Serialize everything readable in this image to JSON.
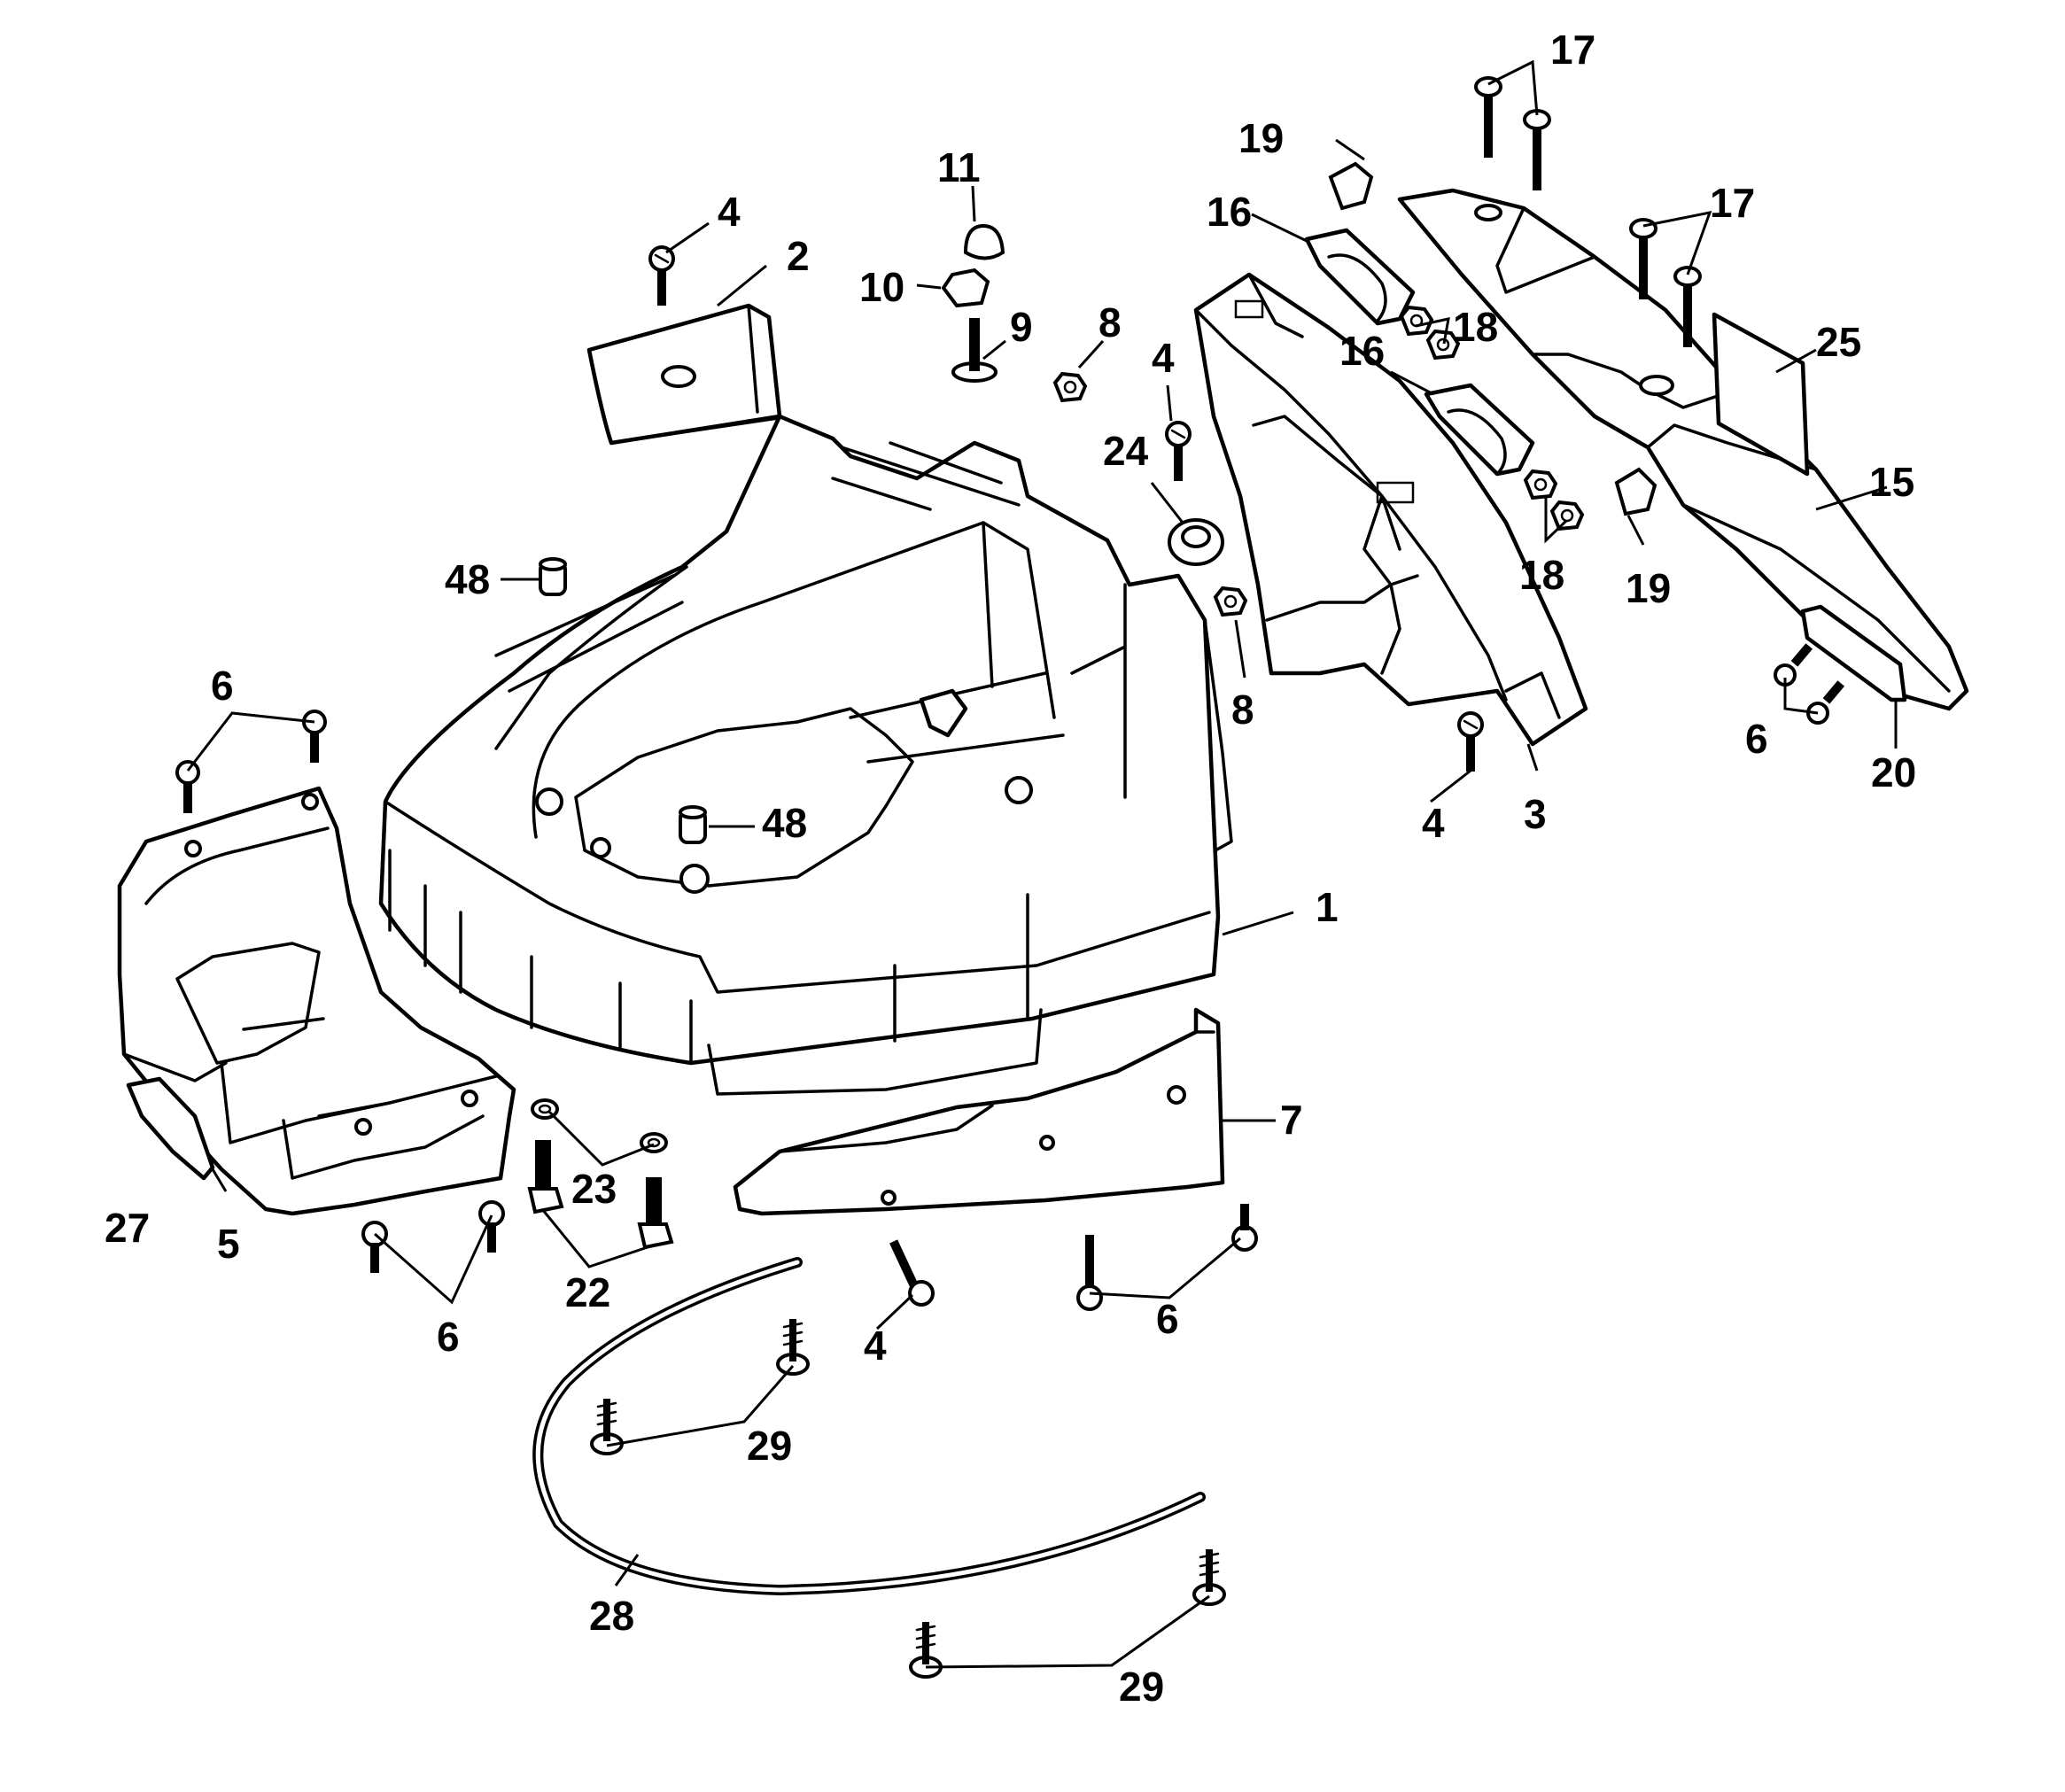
{
  "callouts": {
    "p1": "1",
    "p2": "2",
    "p3": "3",
    "p4a": "4",
    "p4b": "4",
    "p4c": "4",
    "p4d": "4",
    "p5": "5",
    "p6a": "6",
    "p6b": "6",
    "p6c": "6",
    "p6d": "6",
    "p7": "7",
    "p8a": "8",
    "p8b": "8",
    "p9": "9",
    "p10": "10",
    "p11": "11",
    "p15": "15",
    "p16a": "16",
    "p16b": "16",
    "p17a": "17",
    "p17b": "17",
    "p18a": "18",
    "p18b": "18",
    "p19a": "19",
    "p19b": "19",
    "p20": "20",
    "p22": "22",
    "p23": "23",
    "p24": "24",
    "p25": "25",
    "p27": "27",
    "p28": "28",
    "p29a": "29",
    "p29b": "29",
    "p48a": "48",
    "p48b": "48"
  },
  "colors": {
    "ink": "#000000",
    "paper": "#ffffff"
  }
}
